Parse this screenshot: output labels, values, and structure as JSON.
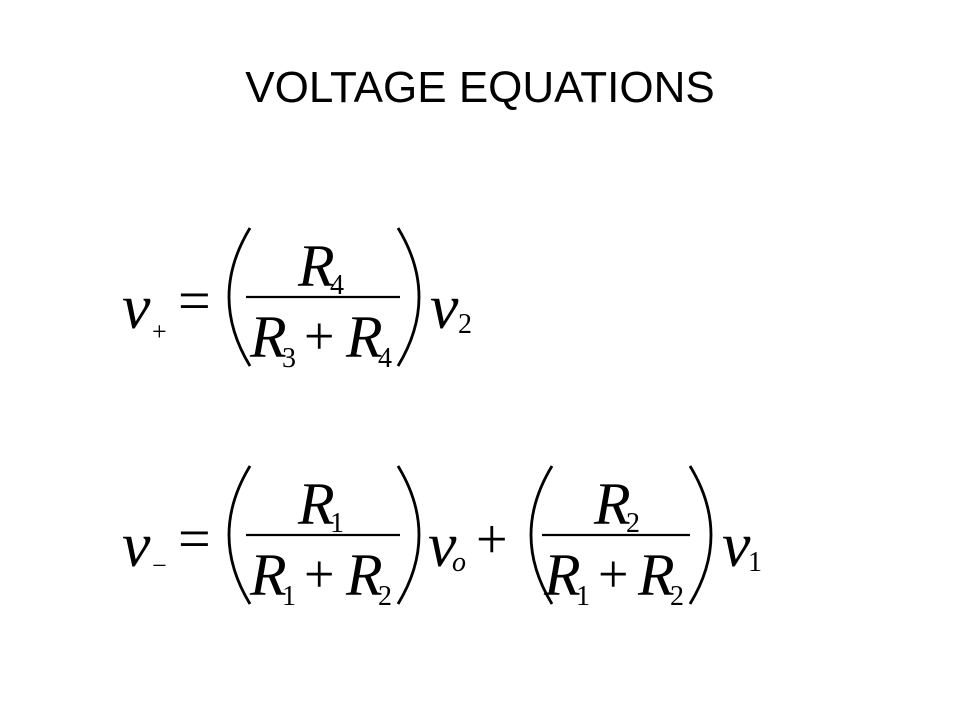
{
  "slide": {
    "title": "VOLTAGE EQUATIONS"
  },
  "equations": {
    "eq1": {
      "lhs_var": "v",
      "lhs_sub": "+",
      "equals": "=",
      "frac": {
        "num_var": "R",
        "num_sub": "4",
        "den_a_var": "R",
        "den_a_sub": "3",
        "den_op": "+",
        "den_b_var": "R",
        "den_b_sub": "4"
      },
      "mult_var": "v",
      "mult_sub": "2"
    },
    "eq2": {
      "lhs_var": "v",
      "lhs_sub": "−",
      "equals": "=",
      "frac1": {
        "num_var": "R",
        "num_sub": "1",
        "den_a_var": "R",
        "den_a_sub": "1",
        "den_op": "+",
        "den_b_var": "R",
        "den_b_sub": "2"
      },
      "mult1_var": "v",
      "mult1_sub": "o",
      "plus": "+",
      "frac2": {
        "num_var": "R",
        "num_sub": "2",
        "den_a_var": "R",
        "den_a_sub": "1",
        "den_op": "+",
        "den_b_var": "R",
        "den_b_sub": "2"
      },
      "mult2_var": "v",
      "mult2_sub": "1"
    }
  }
}
